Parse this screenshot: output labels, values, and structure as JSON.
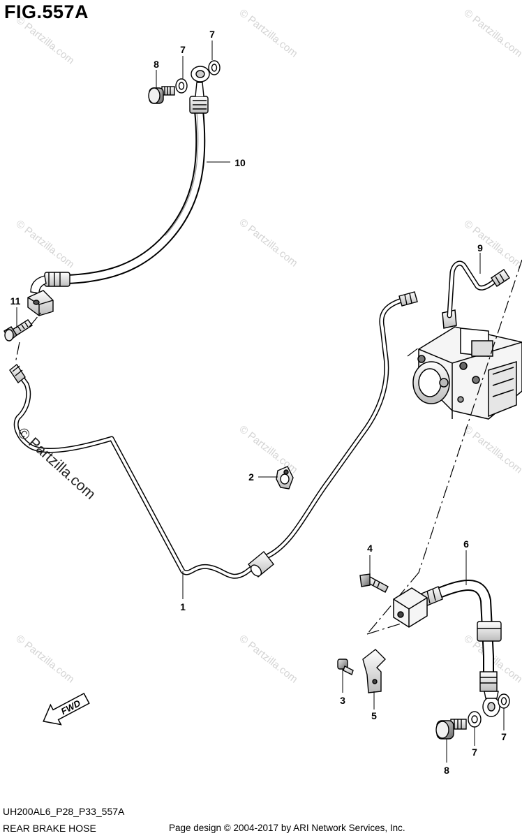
{
  "figure": {
    "title": "FIG.557A",
    "code": "UH200AL6_P28_P33_557A",
    "subtitle": "REAR BRAKE HOSE",
    "credit": "Page design © 2004-2017 by ARI Network Services, Inc."
  },
  "watermark": {
    "text": "© Partzilla.com",
    "main": "© Partzilla.com"
  },
  "direction": {
    "label": "FWD"
  },
  "callouts": [
    {
      "label": "1"
    },
    {
      "label": "2"
    },
    {
      "label": "3"
    },
    {
      "label": "4"
    },
    {
      "label": "5"
    },
    {
      "label": "6"
    },
    {
      "label": "7"
    },
    {
      "label": "7"
    },
    {
      "label": "7"
    },
    {
      "label": "7"
    },
    {
      "label": "8"
    },
    {
      "label": "8"
    },
    {
      "label": "9"
    },
    {
      "label": "10"
    },
    {
      "label": "11"
    }
  ]
}
